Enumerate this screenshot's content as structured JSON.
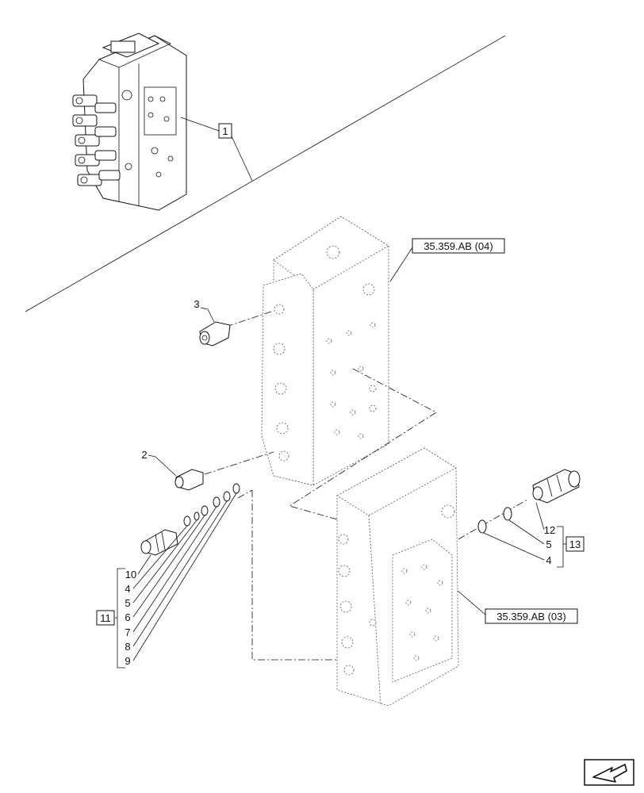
{
  "callouts": {
    "assembly": "1",
    "part_2": "2",
    "part_3": "3",
    "ref_upper": "35.359.AB (04)",
    "ref_lower": "35.359.AB (03)",
    "kit_left": "11",
    "kit_right": "13",
    "left_list": [
      "10",
      "4",
      "5",
      "6",
      "7",
      "8",
      "9"
    ],
    "right_list": [
      "12",
      "5",
      "4"
    ]
  },
  "nav": {
    "icon": "next-page-arrow-icon"
  }
}
